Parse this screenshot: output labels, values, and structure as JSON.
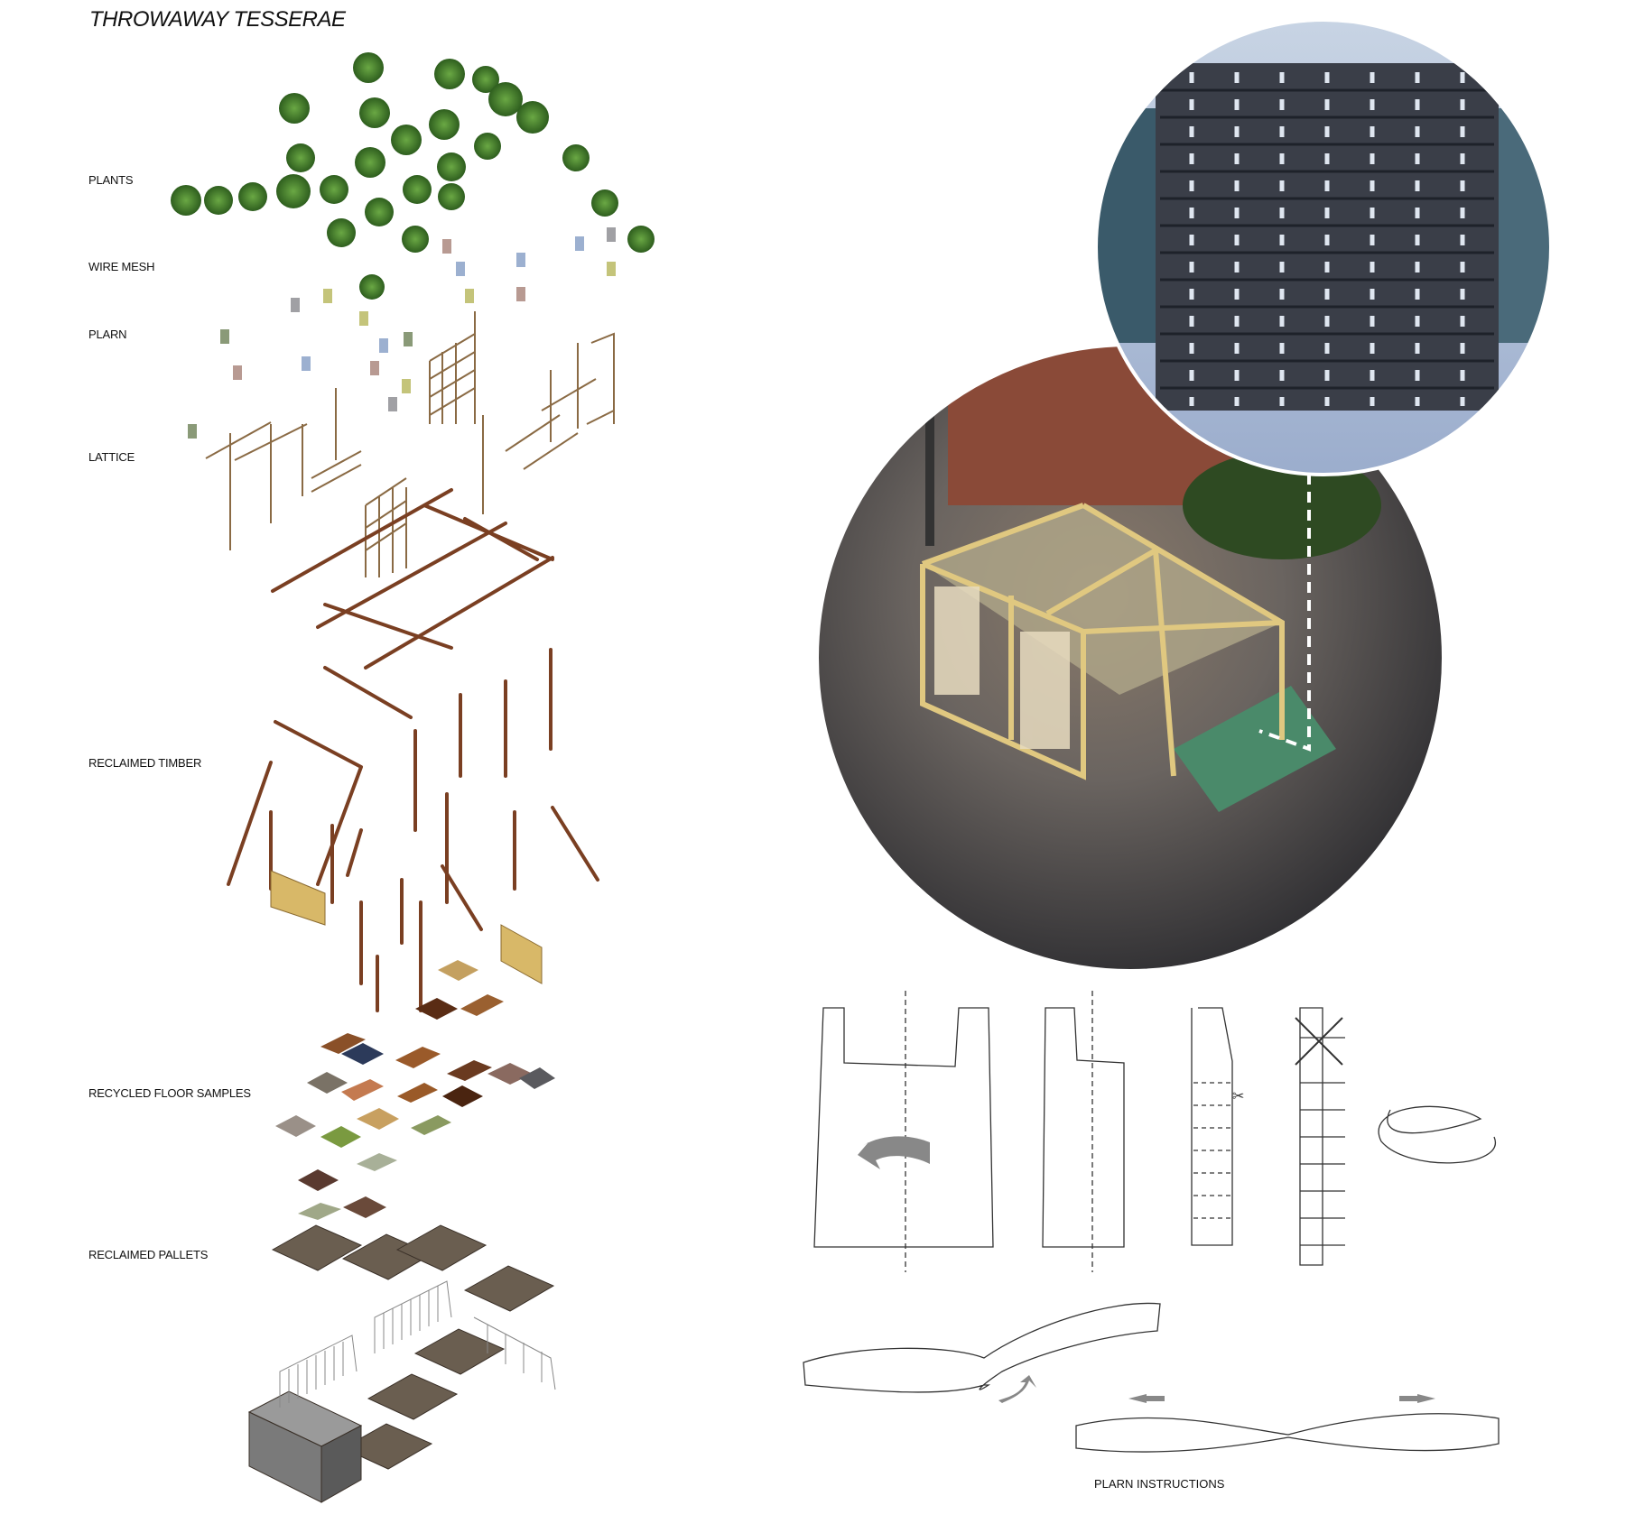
{
  "title": "THROWAWAY TESSERAE",
  "layers": [
    {
      "label": "PLANTS"
    },
    {
      "label": "WIRE MESH"
    },
    {
      "label": "PLARN"
    },
    {
      "label": "LATTICE"
    },
    {
      "label": "RECLAIMED TIMBER"
    },
    {
      "label": "RECYCLED FLOOR SAMPLES"
    },
    {
      "label": "RECLAIMED PALLETS"
    }
  ],
  "instructions_caption": "PLARN INSTRUCTIONS",
  "colors": {
    "plant": "#3f7a2a",
    "timber": "#6b3f22",
    "lattice": "#8a6a44",
    "pallet": "#5a4e42",
    "photo_dark": "#3a3a3e"
  }
}
